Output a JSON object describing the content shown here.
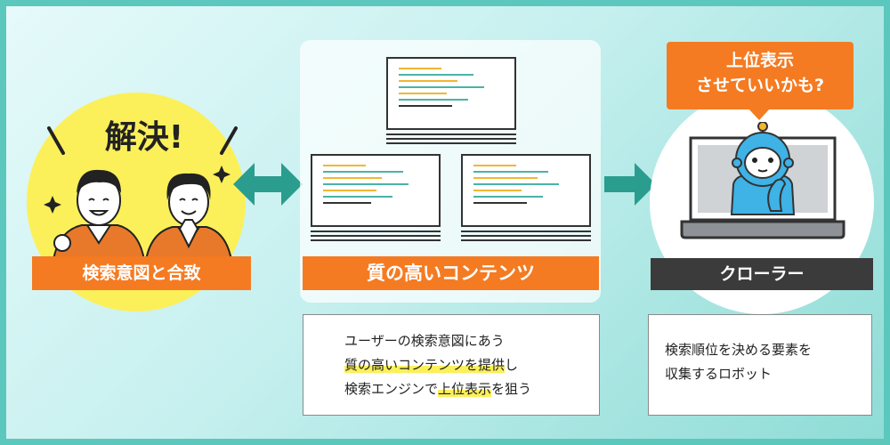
{
  "left": {
    "headline": "解決!",
    "label": "検索意図と合致"
  },
  "middle": {
    "label": "質の高いコンテンツ",
    "description": {
      "line1": "ユーザーの検索意図にあう",
      "line2_highlight": "質の高いコンテンツを提供",
      "line2_rest": "し",
      "line3_pre": "検索エンジンで",
      "line3_highlight": "上位表示",
      "line3_post": "を狙う"
    }
  },
  "right": {
    "bubble_line1": "上位表示",
    "bubble_line2": "させていいかも?",
    "label": "クローラー",
    "description": {
      "line1": "検索順位を決める要素を",
      "line2": "収集するロボット"
    }
  },
  "colors": {
    "orange": "#f47b22",
    "teal_arrow": "#2a9d8f",
    "yellow": "#fbf05a",
    "robot_blue": "#3fb2e6",
    "dark_label": "#3b3b3b"
  },
  "icons": [
    "double-arrow-icon",
    "right-arrow-icon",
    "document-icon",
    "laptop-icon",
    "robot-icon",
    "person-icon",
    "sparkle-icon"
  ]
}
